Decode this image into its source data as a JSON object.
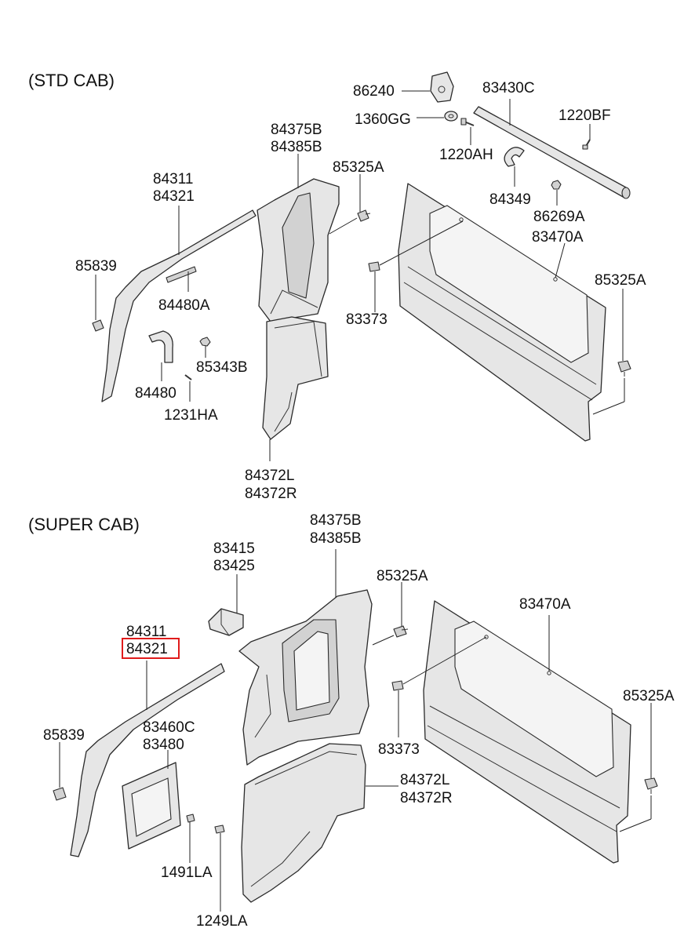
{
  "sections": {
    "std": {
      "title": "(STD CAB)",
      "labels": {
        "p86240": "86240",
        "p83430C": "83430C",
        "p1360GG": "1360GG",
        "p1220BF": "1220BF",
        "p1220AH": "1220AH",
        "p84375B": "84375B",
        "p84385B": "84385B",
        "p85325A_a": "85325A",
        "p84349": "84349",
        "p86269A": "86269A",
        "p84311": "84311",
        "p84321": "84321",
        "p83470A": "83470A",
        "p85839": "85839",
        "p85325A_b": "85325A",
        "p84480A": "84480A",
        "p83373": "83373",
        "p85343B": "85343B",
        "p84480": "84480",
        "p1231HA": "1231HA",
        "p84372L": "84372L",
        "p84372R": "84372R"
      }
    },
    "super": {
      "title": "(SUPER CAB)",
      "labels": {
        "p84375B": "84375B",
        "p84385B": "84385B",
        "p83415": "83415",
        "p83425": "83425",
        "p85325A_a": "85325A",
        "p83470A": "83470A",
        "p84311": "84311",
        "p84321": "84321",
        "p85325A_b": "85325A",
        "p85839": "85839",
        "p83460C": "83460C",
        "p83480": "83480",
        "p83373": "83373",
        "p84372L": "84372L",
        "p84372R": "84372R",
        "p1491LA": "1491LA",
        "p1249LA": "1249LA"
      }
    }
  },
  "highlight": {
    "label": "84321",
    "color": "#e01b1b"
  }
}
